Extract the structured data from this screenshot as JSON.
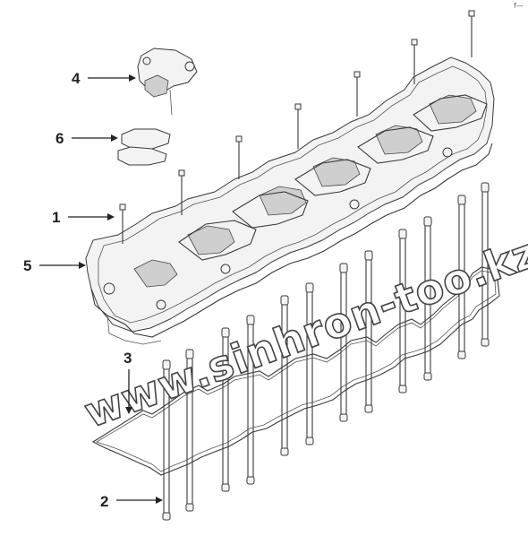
{
  "diagram": {
    "callouts": [
      {
        "id": "1",
        "label": "1"
      },
      {
        "id": "2",
        "label": "2"
      },
      {
        "id": "3",
        "label": "3"
      },
      {
        "id": "4",
        "label": "4"
      },
      {
        "id": "5",
        "label": "5"
      },
      {
        "id": "6",
        "label": "6"
      }
    ],
    "watermark": "www.sinhron-too.kz",
    "corner_mark": "f—"
  }
}
